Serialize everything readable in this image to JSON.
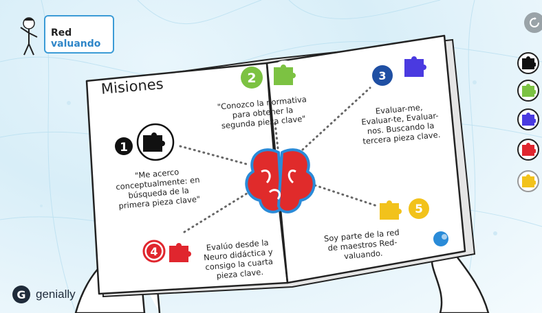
{
  "brand": {
    "logo_text_a": "Red",
    "logo_text_b": " valuando"
  },
  "book": {
    "title": "Misiones"
  },
  "missions": [
    {
      "number": "1",
      "color": "#111111",
      "text_lines": [
        "\"Me acerco",
        "conceptualmente: en",
        "búsqueda de la",
        "primera pieza clave\""
      ]
    },
    {
      "number": "2",
      "color": "#7cc242",
      "text_lines": [
        "\"Conozco la normativa",
        "para obtener la",
        "segunda pieza clave\""
      ]
    },
    {
      "number": "3",
      "color": "#1f4fa3",
      "text_lines": [
        "Evaluar-me,",
        "Evaluar-te, Evaluar-",
        "nos. Buscando la",
        "tercera pieza clave."
      ]
    },
    {
      "number": "4",
      "color": "#e0262e",
      "text_lines": [
        "Evalúo desde la",
        "Neuro didáctica y",
        "consigo la cuarta",
        "pieza clave."
      ]
    },
    {
      "number": "5",
      "color": "#f2c21b",
      "text_lines": [
        "Soy parte de la red",
        "de maestros Red-",
        "valuando."
      ]
    }
  ],
  "side_pieces": [
    {
      "name": "black",
      "color": "#111111"
    },
    {
      "name": "green",
      "color": "#7cc242"
    },
    {
      "name": "blue",
      "color": "#4a3ae0"
    },
    {
      "name": "red",
      "color": "#e0262e"
    },
    {
      "name": "yellow",
      "color": "#f2c21b"
    }
  ],
  "footer": {
    "brand_name": "genially",
    "brand_initial": "G"
  },
  "icons": {
    "top_control": "rotate-icon"
  }
}
